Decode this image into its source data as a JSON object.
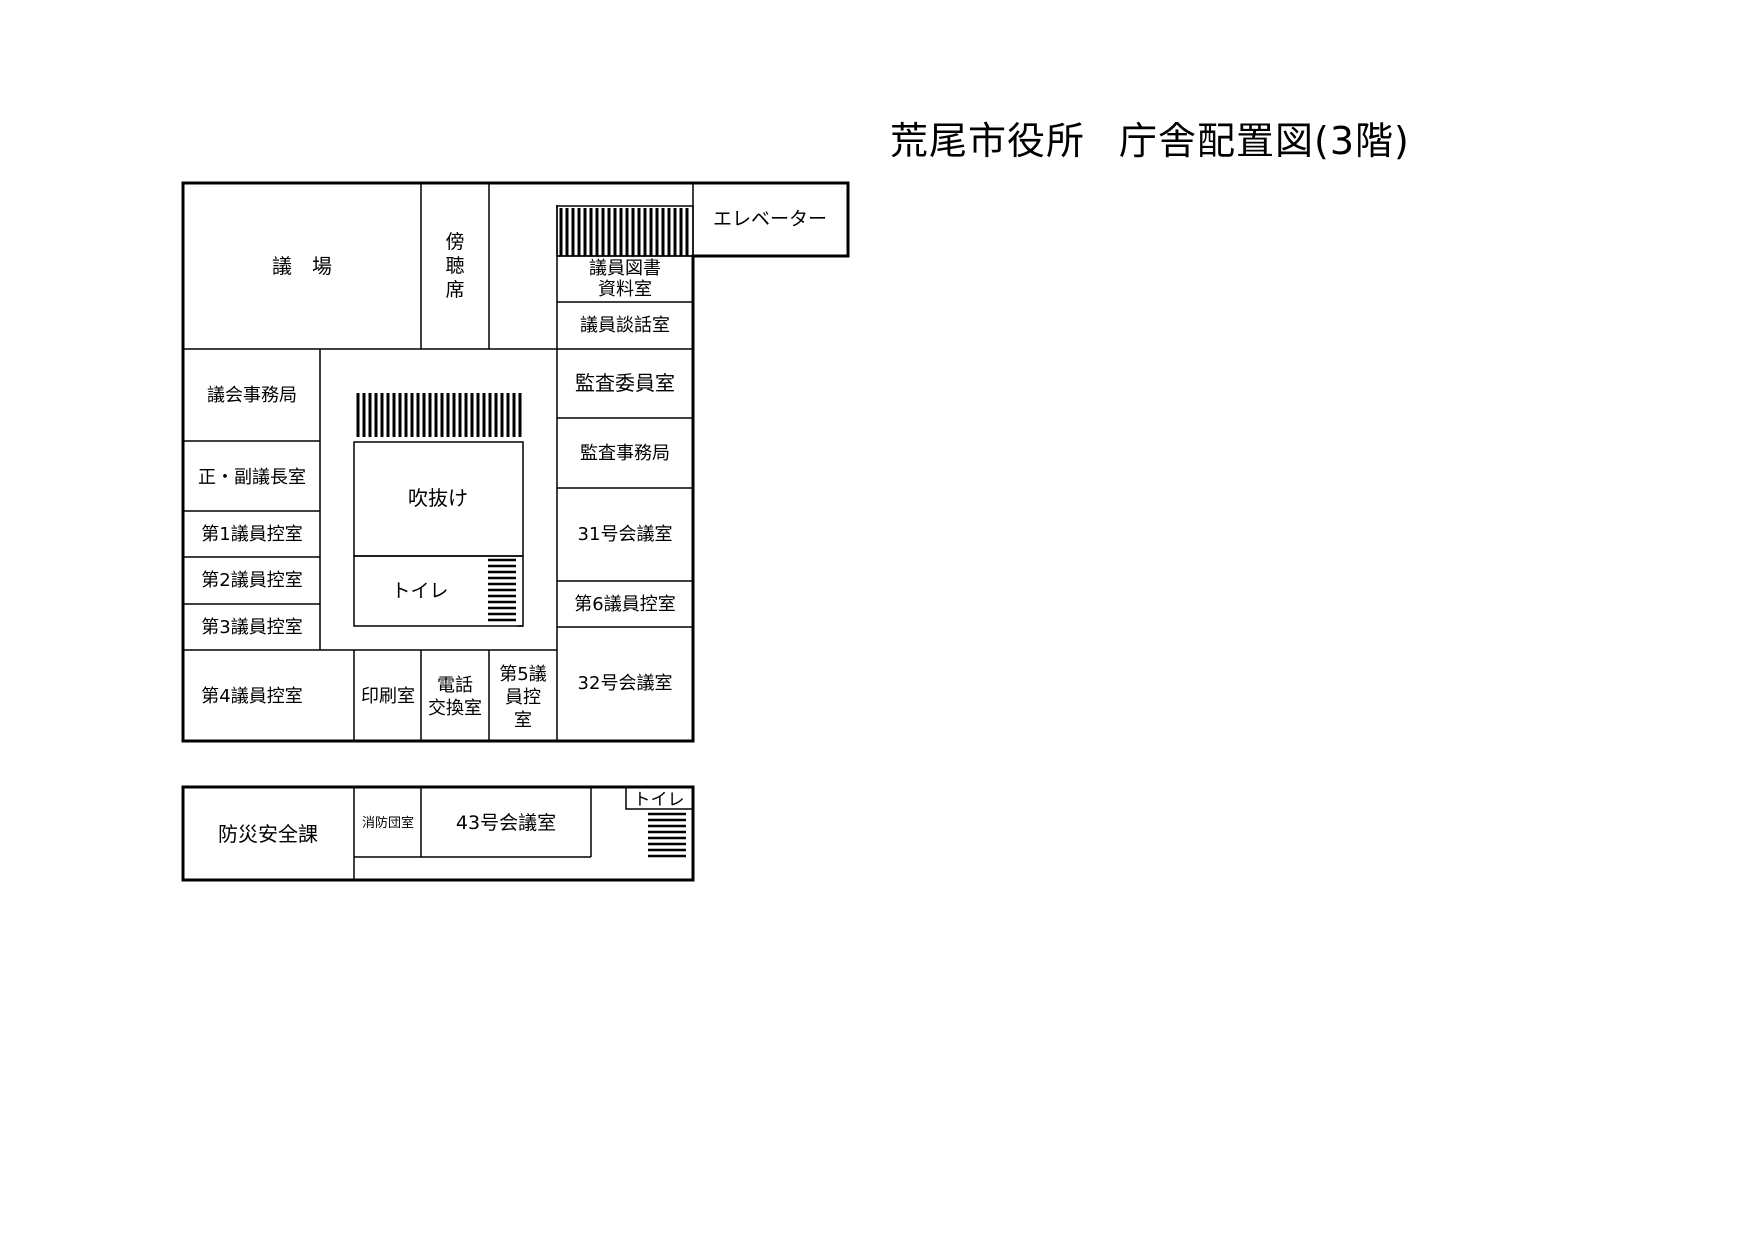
{
  "title": {
    "org": "荒尾市役所",
    "doc": "庁舎配置図(3階)"
  },
  "rooms": {
    "gijo": "議　場",
    "bochoseki": "傍聴席",
    "elevator": "エレベーター",
    "library": [
      "議員図書",
      "資料室"
    ],
    "danwa": "議員談話室",
    "kansa_iin": "監査委員室",
    "kansa_jimu": "監査事務局",
    "gikai_jimu": "議会事務局",
    "gicho": "正・副議長室",
    "fukinuke": "吹抜け",
    "toilet_main": "トイレ",
    "hikae1": "第1議員控室",
    "hikae2": "第2議員控室",
    "hikae3": "第3議員控室",
    "hikae4": "第4議員控室",
    "insatsu": "印刷室",
    "denwa": [
      "電話",
      "交換室"
    ],
    "hikae5": [
      "第5議",
      "員控",
      "室"
    ],
    "kaigi31": "31号会議室",
    "hikae6": "第6議員控室",
    "kaigi32": "32号会議室",
    "bosai": "防災安全課",
    "shobo": "消防団室",
    "kaigi43": "43号会議室",
    "toilet_annex": "トイレ"
  }
}
